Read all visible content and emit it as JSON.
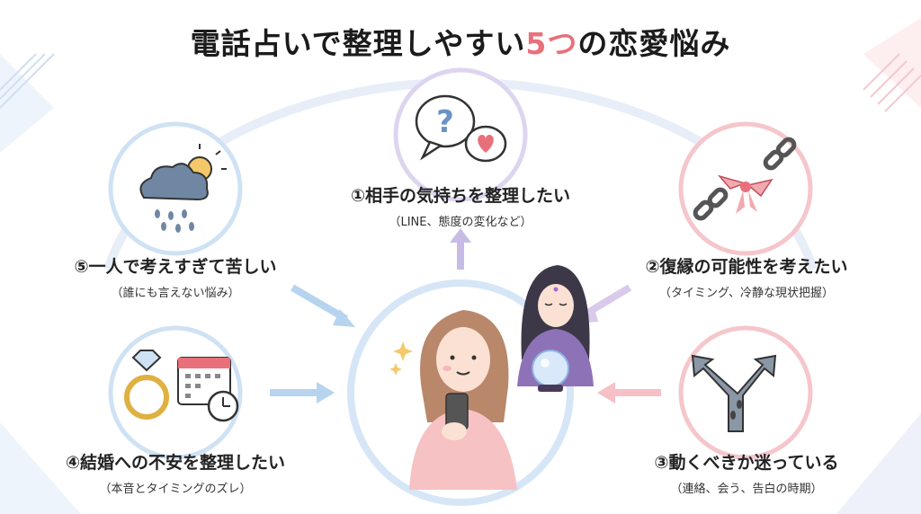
{
  "title": {
    "before": "電話占いで整理しやすい",
    "accent": "5つ",
    "after": "の恋愛悩み"
  },
  "items": [
    {
      "main": "①相手の気持ちを整理したい",
      "sub": "（LINE、態度の変化など）",
      "icon": "speech-bubbles-question-heart-icon"
    },
    {
      "main": "②復縁の可能性を考えたい",
      "sub": "（タイミング、冷静な現状把握）",
      "icon": "broken-chain-ribbon-icon"
    },
    {
      "main": "③動くべきか迷っている",
      "sub": "（連絡、会う、告白の時期）",
      "icon": "forked-road-arrows-icon"
    },
    {
      "main": "④結婚への不安を整理したい",
      "sub": "（本音とタイミングのズレ）",
      "icon": "ring-calendar-clock-icon"
    },
    {
      "main": "⑤一人で考えすぎて苦しい",
      "sub": "（誰にも言えない悩み）",
      "icon": "rain-cloud-sun-icon"
    }
  ],
  "center": {
    "icon": "woman-phone-fortune-teller-icon"
  },
  "colors": {
    "accent": "#e8707a",
    "blue": "#9fc4e6",
    "pink": "#f2a9b0",
    "purple": "#c8b8e6"
  }
}
